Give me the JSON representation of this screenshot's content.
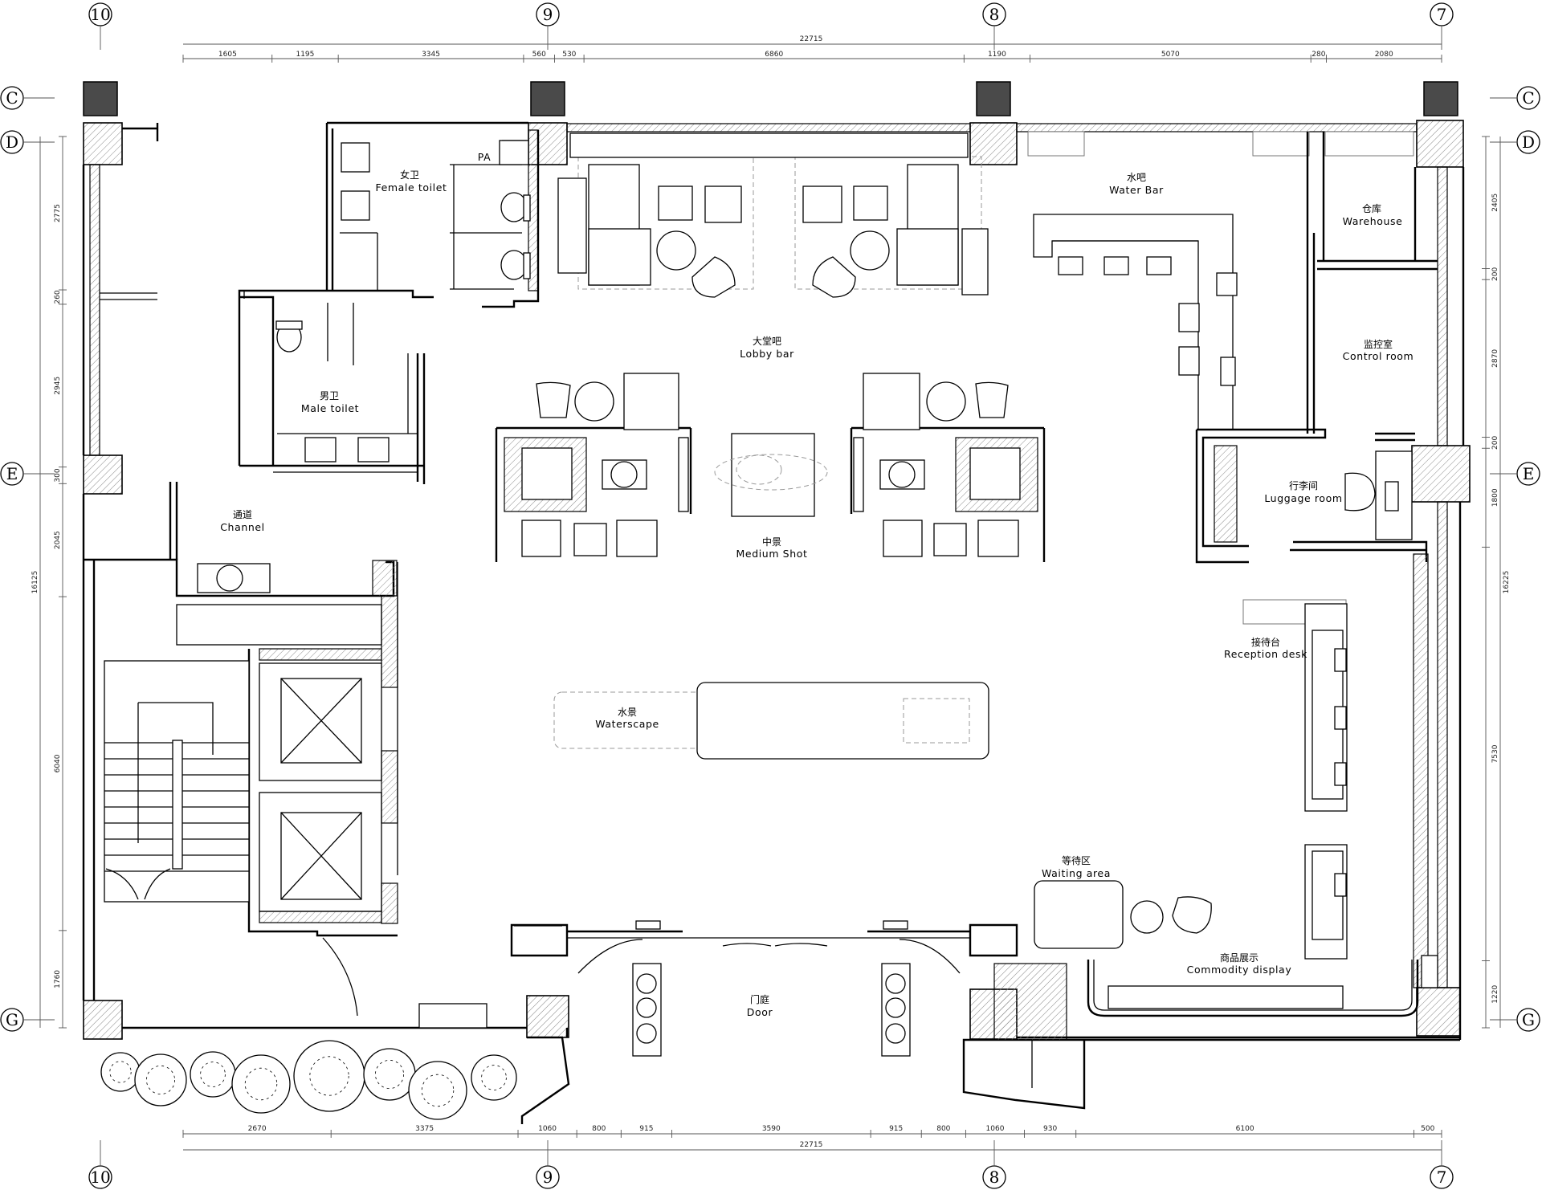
{
  "axes": {
    "vertical": [
      {
        "label": "10"
      },
      {
        "label": "9"
      },
      {
        "label": "8"
      },
      {
        "label": "7"
      }
    ],
    "horizontal": [
      {
        "label": "C"
      },
      {
        "label": "D"
      },
      {
        "label": "E"
      },
      {
        "label": "G"
      }
    ]
  },
  "dimensions": {
    "top_total": "22715",
    "top_segments": [
      "1605",
      "1195",
      "3345",
      "560",
      "530",
      "6860",
      "1190",
      "5070",
      "280",
      "2080"
    ],
    "bottom_total": "22715",
    "bottom_segments": [
      "2670",
      "3375",
      "1060",
      "800",
      "915",
      "3590",
      "915",
      "800",
      "1060",
      "930",
      "6100",
      "500"
    ],
    "left_total": "16125",
    "left_segments": [
      "2775",
      "260",
      "2945",
      "300",
      "2045",
      "6040",
      "1760"
    ],
    "right_total": "16225",
    "right_segments": [
      "2405",
      "200",
      "2870",
      "200",
      "1800",
      "7530",
      "1220"
    ]
  },
  "rooms": {
    "female_toilet": {
      "cn": "女卫",
      "en": "Female toilet"
    },
    "pa": {
      "en": "PA"
    },
    "male_toilet": {
      "cn": "男卫",
      "en": "Male toilet"
    },
    "lobby_bar": {
      "cn": "大堂吧",
      "en": "Lobby bar"
    },
    "water_bar": {
      "cn": "水吧",
      "en": "Water Bar"
    },
    "warehouse": {
      "cn": "仓库",
      "en": "Warehouse"
    },
    "control_room": {
      "cn": "监控室",
      "en": "Control room"
    },
    "luggage_room": {
      "cn": "行李间",
      "en": "Luggage room"
    },
    "channel": {
      "cn": "通道",
      "en": "Channel"
    },
    "medium_shot": {
      "cn": "中景",
      "en": "Medium Shot"
    },
    "waterscape": {
      "cn": "水景",
      "en": "Waterscape"
    },
    "reception_desk": {
      "cn": "接待台",
      "en": "Reception desk"
    },
    "waiting_area": {
      "cn": "等待区",
      "en": "Waiting area"
    },
    "commodity_display": {
      "cn": "商品展示",
      "en": "Commodity display"
    },
    "door": {
      "cn": "门庭",
      "en": "Door"
    }
  }
}
